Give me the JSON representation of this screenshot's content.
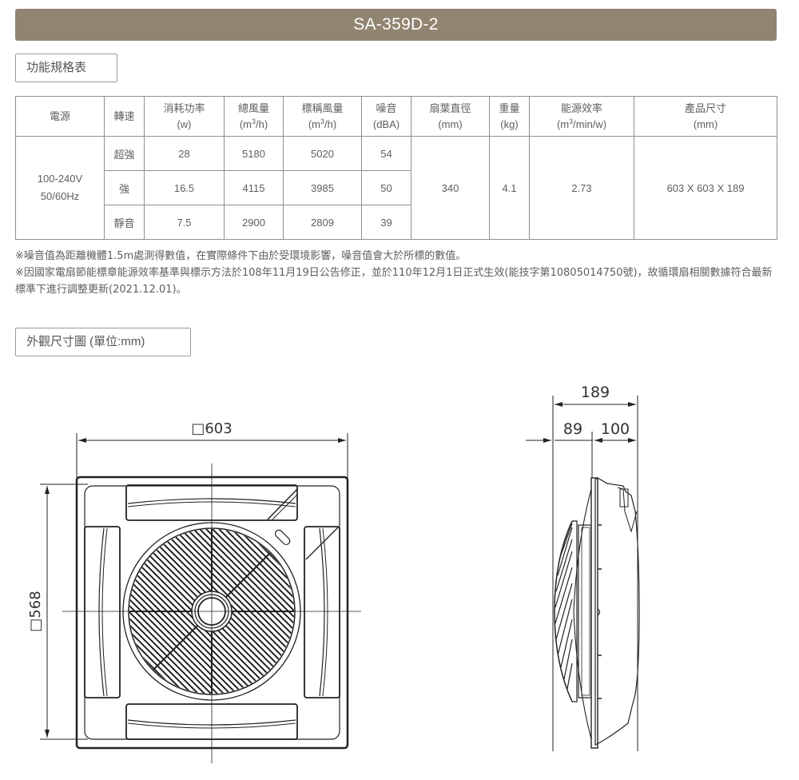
{
  "header": {
    "model": "SA-359D-2"
  },
  "sections": {
    "spec_button": "功能規格表",
    "dimension_button": "外觀尺寸圖 (單位:mm)"
  },
  "spec_table": {
    "columns": [
      {
        "name": "電源",
        "unit": ""
      },
      {
        "name": "轉速",
        "unit": ""
      },
      {
        "name": "消耗功率",
        "unit": "(w)"
      },
      {
        "name": "總風量",
        "unit_pre": "(m",
        "unit_sup": "3",
        "unit_post": "/h)"
      },
      {
        "name": "標稱風量",
        "unit_pre": "(m",
        "unit_sup": "3",
        "unit_post": "/h)"
      },
      {
        "name": "噪音",
        "unit": "(dBA)"
      },
      {
        "name": "扇葉直徑",
        "unit": "(mm)"
      },
      {
        "name": "重量",
        "unit": "(kg)"
      },
      {
        "name": "能源效率",
        "unit_pre": "(m",
        "unit_sup": "3",
        "unit_post": "/min/w)"
      },
      {
        "name": "產品尺寸",
        "unit": "(mm)"
      }
    ],
    "power_supply_line1": "100-240V",
    "power_supply_line2": "50/60Hz",
    "rows": [
      {
        "speed": "超強",
        "power_w": "28",
        "total_airflow": "5180",
        "rated_airflow": "5020",
        "noise_dba": "54"
      },
      {
        "speed": "強",
        "power_w": "16.5",
        "total_airflow": "4115",
        "rated_airflow": "3985",
        "noise_dba": "50"
      },
      {
        "speed": "靜音",
        "power_w": "7.5",
        "total_airflow": "2900",
        "rated_airflow": "2809",
        "noise_dba": "39"
      }
    ],
    "blade_diameter_mm": "340",
    "weight_kg": "4.1",
    "energy_efficiency": "2.73",
    "product_size_mm": "603 X 603 X 189"
  },
  "notes": [
    "※噪音值為距離機體1.5m處測得數值，在實際條件下由於受環境影響，噪音值會大於所標的數值。",
    "※因國家電扇節能標章能源效率基準與標示方法於108年11月19日公告修正，並於110年12月1日正式生效(能技字第10805014750號)，故循環扇相關數據符合最新標準下進行調整更新(2021.12.01)。"
  ],
  "drawing": {
    "front_width_label": "□603",
    "front_height_label": "□568",
    "side_total_label": "189",
    "side_front_label": "89",
    "side_back_label": "100",
    "line_color": "#222222"
  }
}
